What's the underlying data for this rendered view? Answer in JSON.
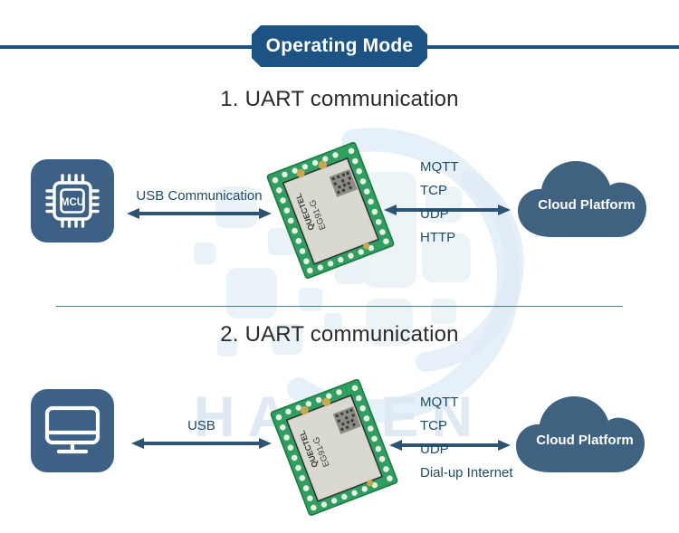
{
  "page": {
    "title_banner": "Operating Mode",
    "watermark_text": "HAISEN",
    "accent_color": "#1d5382",
    "tile_color": "#3d6184",
    "cloud_color": "#3e6280",
    "arrow_color": "#2d5472",
    "label_color": "#1f4a63"
  },
  "sections": [
    {
      "heading": "1. UART communication",
      "source": {
        "icon": "mcu-chip-icon",
        "label": "MCU"
      },
      "left_link": {
        "label": "USB Communication",
        "arrow": "double-headed-arrow"
      },
      "module": {
        "brand": "QUECTEL",
        "model": "EG91-G",
        "icon": "pcb-module-icon",
        "qr": "qr-code"
      },
      "right_link": {
        "protocols": [
          "MQTT",
          "TCP",
          "UDP",
          "HTTP"
        ],
        "arrow": "double-headed-arrow"
      },
      "destination": {
        "icon": "cloud-icon",
        "label": "Cloud Platform"
      }
    },
    {
      "heading": "2. UART communication",
      "source": {
        "icon": "monitor-icon",
        "label": ""
      },
      "left_link": {
        "label": "USB",
        "arrow": "double-headed-arrow"
      },
      "module": {
        "brand": "QUECTEL",
        "model": "EG91-G",
        "icon": "pcb-module-icon",
        "qr": "qr-code"
      },
      "right_link": {
        "protocols": [
          "MQTT",
          "TCP",
          "UDP",
          "Dial-up Internet"
        ],
        "arrow": "double-headed-arrow"
      },
      "destination": {
        "icon": "cloud-icon",
        "label": "Cloud Platform"
      }
    }
  ]
}
